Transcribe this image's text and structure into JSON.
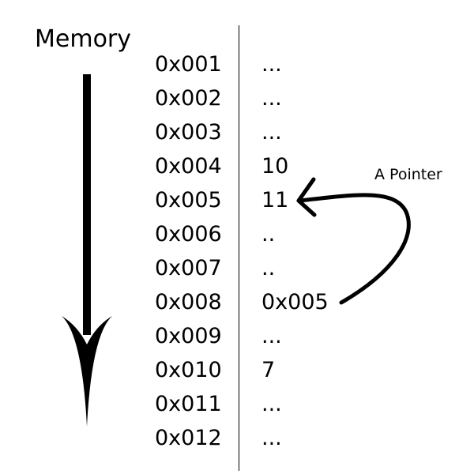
{
  "title": "Memory",
  "pointer_label": "A Pointer",
  "memory": [
    {
      "address": "0x001",
      "value": "..."
    },
    {
      "address": "0x002",
      "value": "..."
    },
    {
      "address": "0x003",
      "value": "..."
    },
    {
      "address": "0x004",
      "value": "10"
    },
    {
      "address": "0x005",
      "value": "11"
    },
    {
      "address": "0x006",
      "value": ".."
    },
    {
      "address": "0x007",
      "value": ".."
    },
    {
      "address": "0x008",
      "value": "0x005"
    },
    {
      "address": "0x009",
      "value": "..."
    },
    {
      "address": "0x010",
      "value": "7"
    },
    {
      "address": "0x011",
      "value": "..."
    },
    {
      "address": "0x012",
      "value": "..."
    }
  ],
  "pointer": {
    "from_address": "0x008",
    "to_address": "0x005"
  },
  "colors": {
    "ink": "#000000",
    "background": "#ffffff"
  }
}
